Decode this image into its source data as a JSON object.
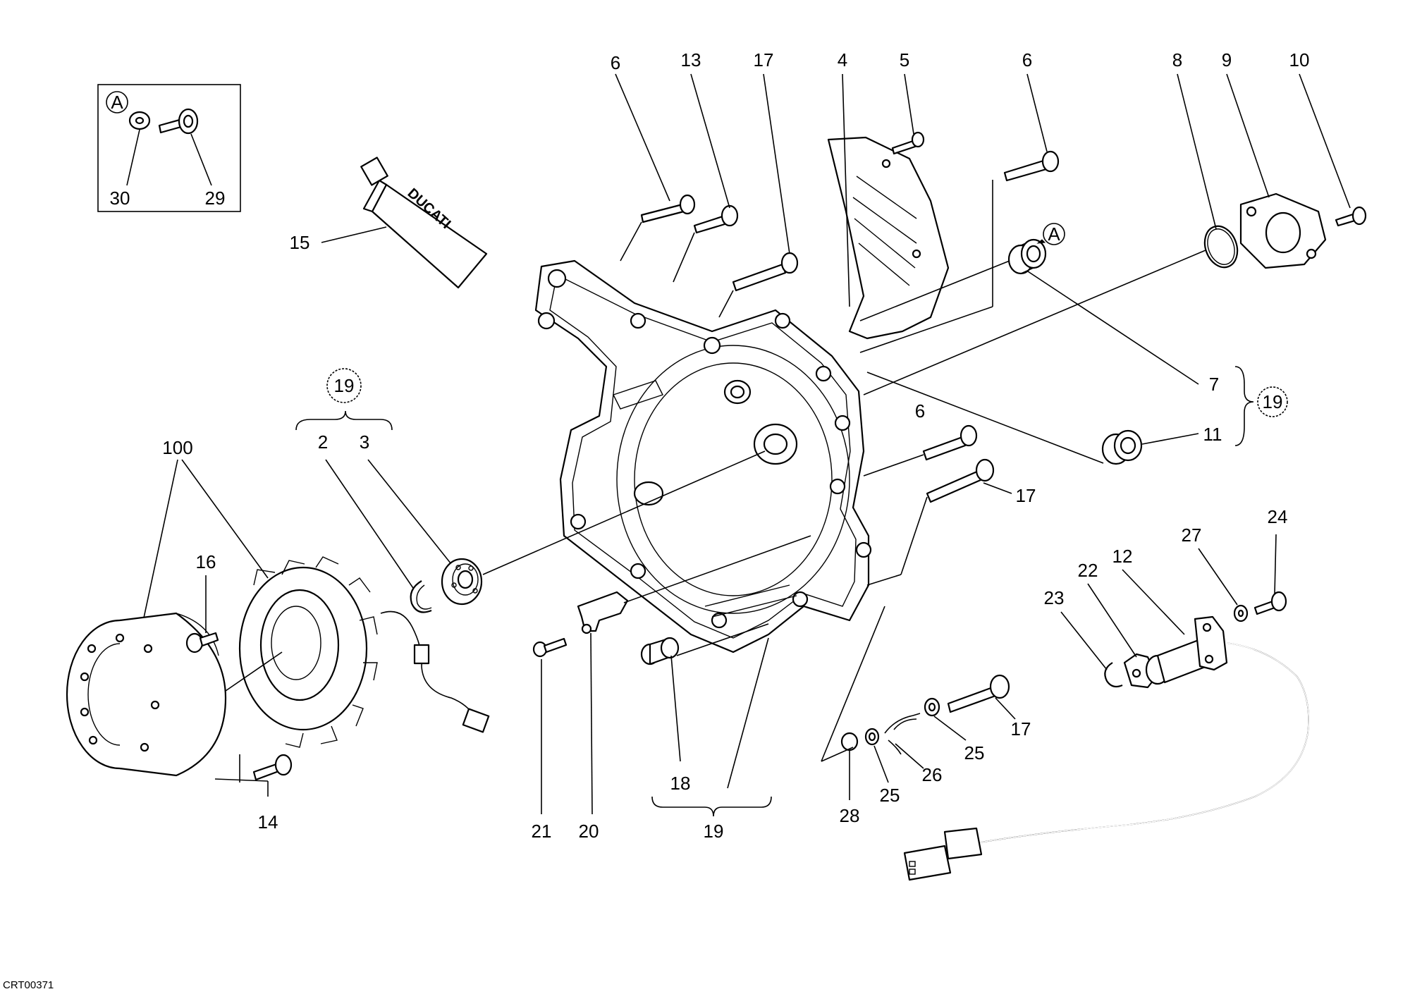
{
  "diagram_code": "CRT00371",
  "tube_brand": "DUCATI",
  "detail_letter": "A",
  "callouts": {
    "c6a": "6",
    "c13": "13",
    "c17a": "17",
    "c4": "4",
    "c5": "5",
    "c6b": "6",
    "c8": "8",
    "c9": "9",
    "c10": "10",
    "c15": "15",
    "c30": "30",
    "c29": "29",
    "c19a": "19",
    "c2": "2",
    "c3": "3",
    "c100": "100",
    "c16": "16",
    "c14": "14",
    "c7": "7",
    "c19b": "19",
    "c11": "11",
    "c6c": "6",
    "c17b": "17",
    "c24": "24",
    "c27": "27",
    "c12": "12",
    "c22": "22",
    "c23": "23",
    "c21": "21",
    "c20": "20",
    "c18": "18",
    "c19c": "19",
    "c28": "28",
    "c25a": "25",
    "c26": "26",
    "c25b": "25",
    "c17c": "17"
  }
}
